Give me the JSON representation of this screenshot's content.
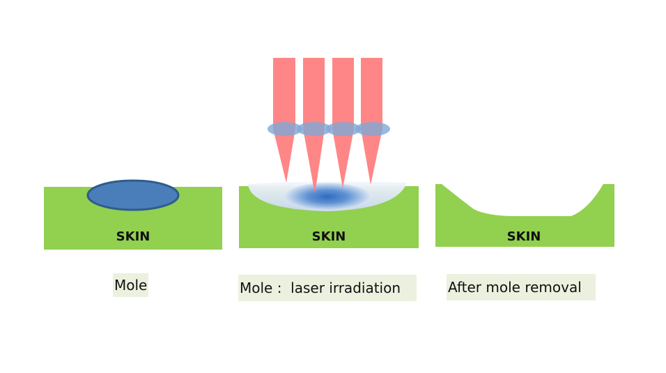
{
  "panels": [
    {
      "skin_label": "SKIN",
      "caption": "Mole"
    },
    {
      "skin_label": "SKIN",
      "caption": "Mole :  laser irradiation"
    },
    {
      "skin_label": "SKIN",
      "caption": "After mole removal"
    }
  ],
  "colors": {
    "skin": "#92d050",
    "mole_fill": "#4a7ebb",
    "mole_outline": "#2e5d8a",
    "laser_beam": "#ff8080",
    "focal_spot": "#7fa7d6",
    "caption_background": "#ebf1de"
  },
  "laser_beam_count": 4
}
